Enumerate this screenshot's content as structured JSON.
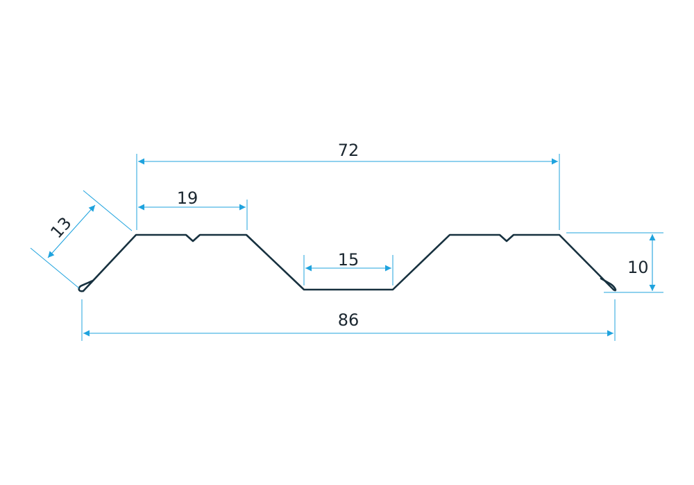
{
  "drawing": {
    "colors": {
      "profile": "#17313f",
      "dimension": "#1fa3de",
      "text": "#1b2730"
    },
    "dimensions": {
      "total_width": "86",
      "pitch": "72",
      "top_flange": "19",
      "bottom_flange": "15",
      "height": "10",
      "slant": "13"
    }
  }
}
